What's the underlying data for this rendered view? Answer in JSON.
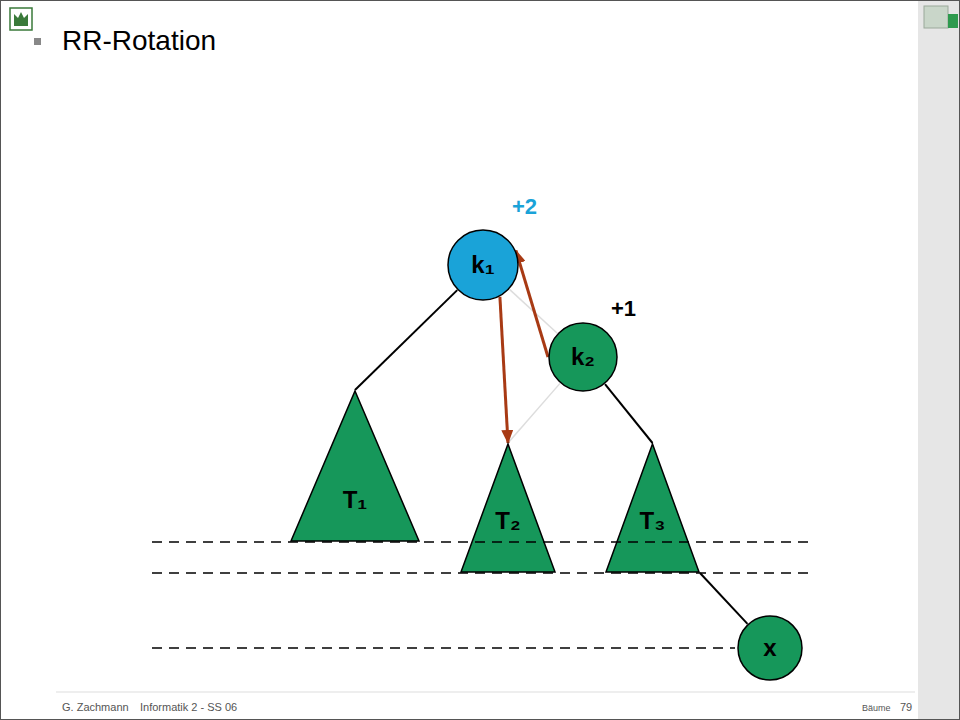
{
  "diagram": {
    "title": "RR-Rotation",
    "nodes": [
      {
        "text": [
          "k₁"
        ]
      },
      {
        "text": [
          "k₂"
        ]
      },
      {
        "text": [
          "T₁"
        ]
      },
      {
        "text": [
          "T₂"
        ]
      },
      {
        "text": [
          "T₃"
        ]
      },
      {
        "text": [
          "x"
        ]
      }
    ],
    "edges": [
      {
        "from": 0,
        "to": 2,
        "arrow": "none"
      },
      {
        "from": 0,
        "to": 1,
        "arrow": "none"
      },
      {
        "from": 1,
        "to": 3,
        "arrow": "none"
      },
      {
        "from": 1,
        "to": 4,
        "arrow": "none"
      },
      {
        "from": 4,
        "to": 5,
        "arrow": "none"
      },
      {
        "from": 1,
        "to": 0,
        "arrow": "to"
      },
      {
        "from": 0,
        "to": 3,
        "arrow": "to"
      }
    ],
    "labels": [
      "+2",
      "+1",
      "G. Zachmann",
      "Informatik 2 - SS 06",
      "Bäume",
      "79"
    ]
  }
}
